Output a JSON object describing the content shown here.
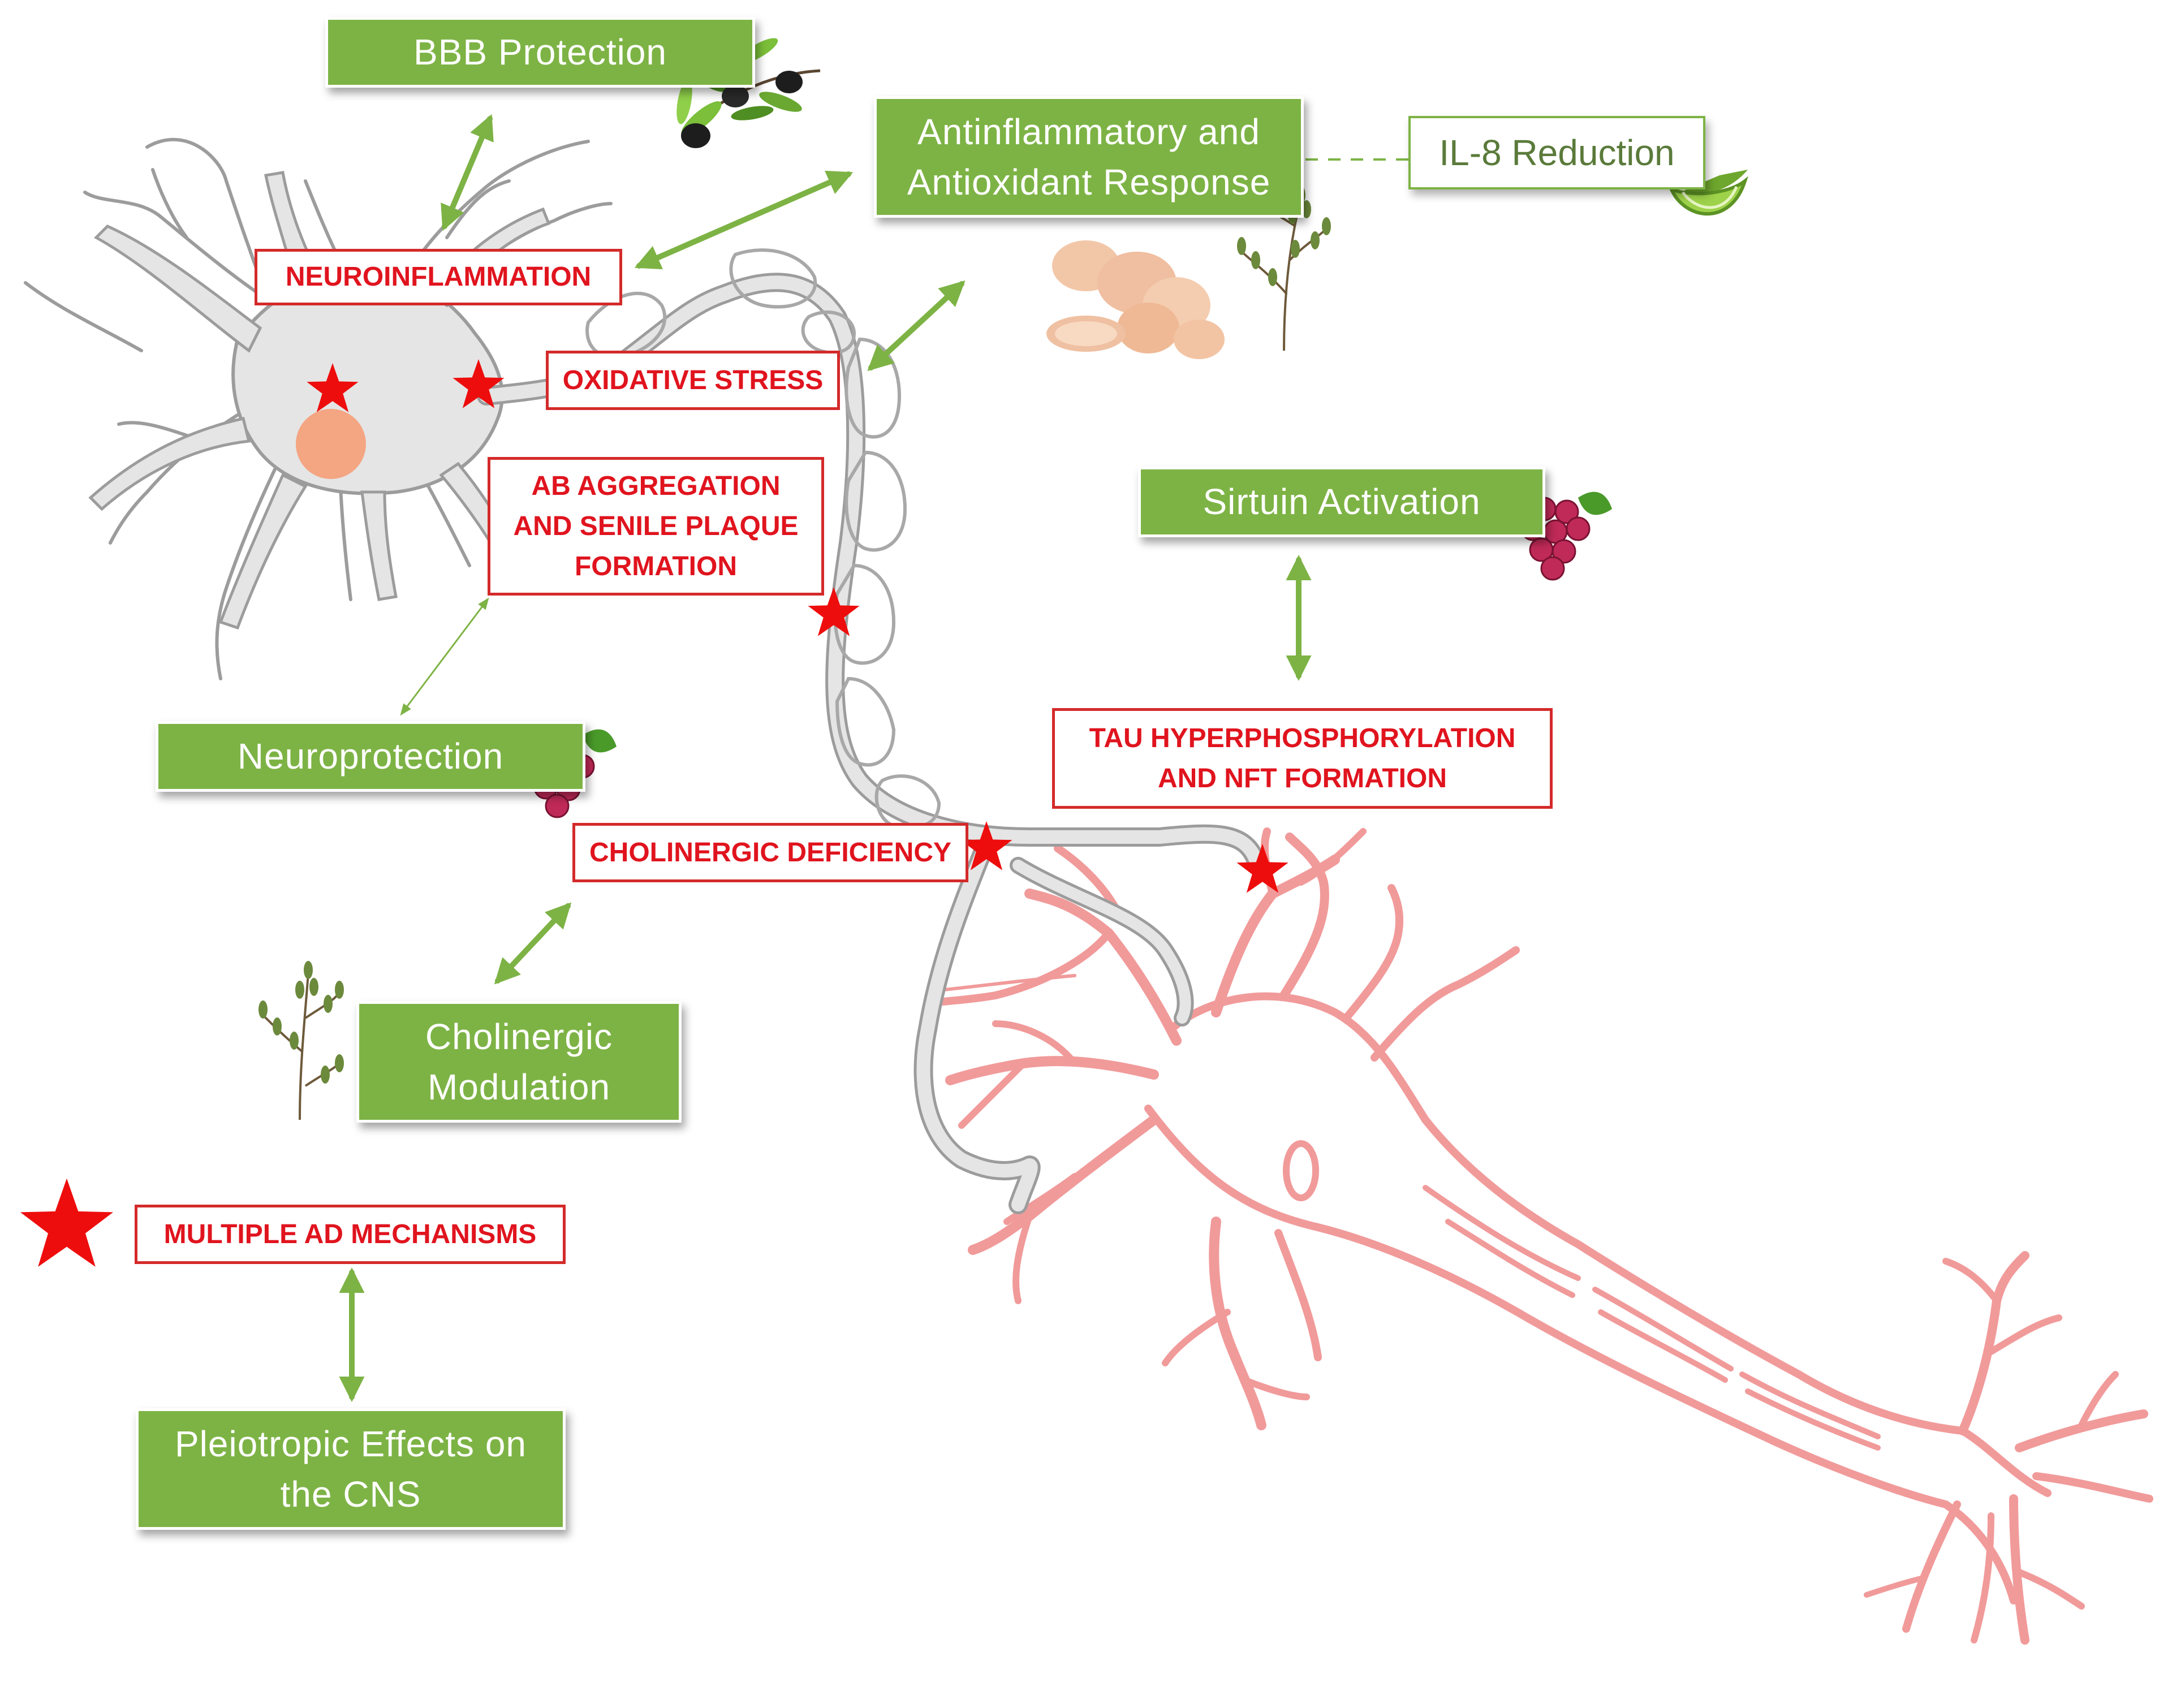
{
  "therapeutic_effects": {
    "bbb_protection": "BBB Protection",
    "antiinflammatory": "Antinflammatory  and\nAntioxidant Response",
    "il8_reduction": "IL-8 Reduction",
    "sirtuin_activation": "Sirtuin Activation",
    "neuroprotection": "Neuroprotection",
    "cholinergic_modulation": "Cholinergic\nModulation",
    "pleiotropic_effects": "Pleiotropic Effects on\nthe CNS"
  },
  "ad_mechanisms": {
    "neuroinflammation": "NEUROINFLAMMATION",
    "oxidative_stress": "OXIDATIVE STRESS",
    "ab_aggregation": "AB AGGREGATION\nAND SENILE PLAQUE\nFORMATION",
    "tau": "TAU HYPERPHOSPHORYLATION\nAND NFT FORMATION",
    "cholinergic_deficiency": "CHOLINERGIC DEFICIENCY",
    "multiple_ad": "MULTIPLE AD MECHANISMS"
  },
  "colors": {
    "green_box": "#7db345",
    "arrow_green": "#7db345",
    "mechanism_red": "#e0141e",
    "healthy_neuron_gray": "#e6e6e6",
    "damaged_neuron_pink": "#f19a9a",
    "nucleus": "#f4a582"
  },
  "icons": [
    "olive-branch-icon",
    "lime-icon",
    "ginger-icon",
    "thyme-icon",
    "grapes-icon",
    "star-icon"
  ]
}
